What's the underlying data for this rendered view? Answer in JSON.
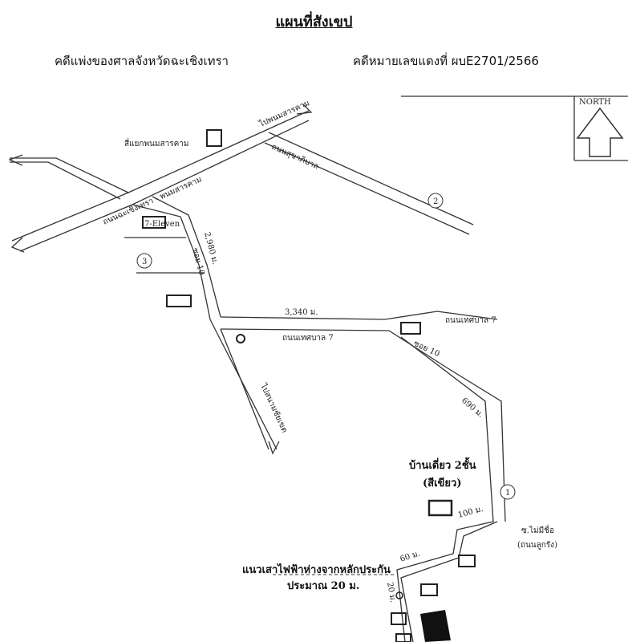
{
  "header": {
    "title": "แผนที่สังเขป",
    "court": "คดีแพ่งของศาลจังหวัดฉะเชิงเทรา",
    "case_number": "คดีหมายเลขแดงที่ ผบE2701/2566"
  },
  "map": {
    "north_label": "NORTH",
    "markers": [
      "1",
      "2",
      "3"
    ],
    "distances": {
      "d1": "2,980 ม.",
      "d2": "3,340 ม.",
      "d3": "690 ม.",
      "d4": "100 ม.",
      "d5": "60 ม.",
      "d6": "20 ม."
    },
    "roads": {
      "main": "ถนนฉะเชิงเทรา - พนมสารคาม",
      "to_top": "ไปพนมสารคาม",
      "road7": "ถนนเทศบาล 7",
      "road7b": "ถนนเทศบาล 7",
      "to_south": "ไปสนามชัยเขต",
      "soi": "ซอย 10",
      "side_road": "ถนนสุขาภิบาล"
    },
    "landmarks": {
      "district": "สี่แยกพนมสารคาม",
      "store": "7-Eleven",
      "house_label": "บ้านเดี่ยว 2ชั้น",
      "house_color": "(สีเขียว)",
      "no_name": "ซ.ไม่มีชื่อ",
      "no_name_sub": "(ถนนลูกรัง)",
      "pole_line": "แนวเสาไฟฟ้าห่างจากหลักประกัน",
      "pole_distance": "ประมาณ 20 ม."
    }
  }
}
